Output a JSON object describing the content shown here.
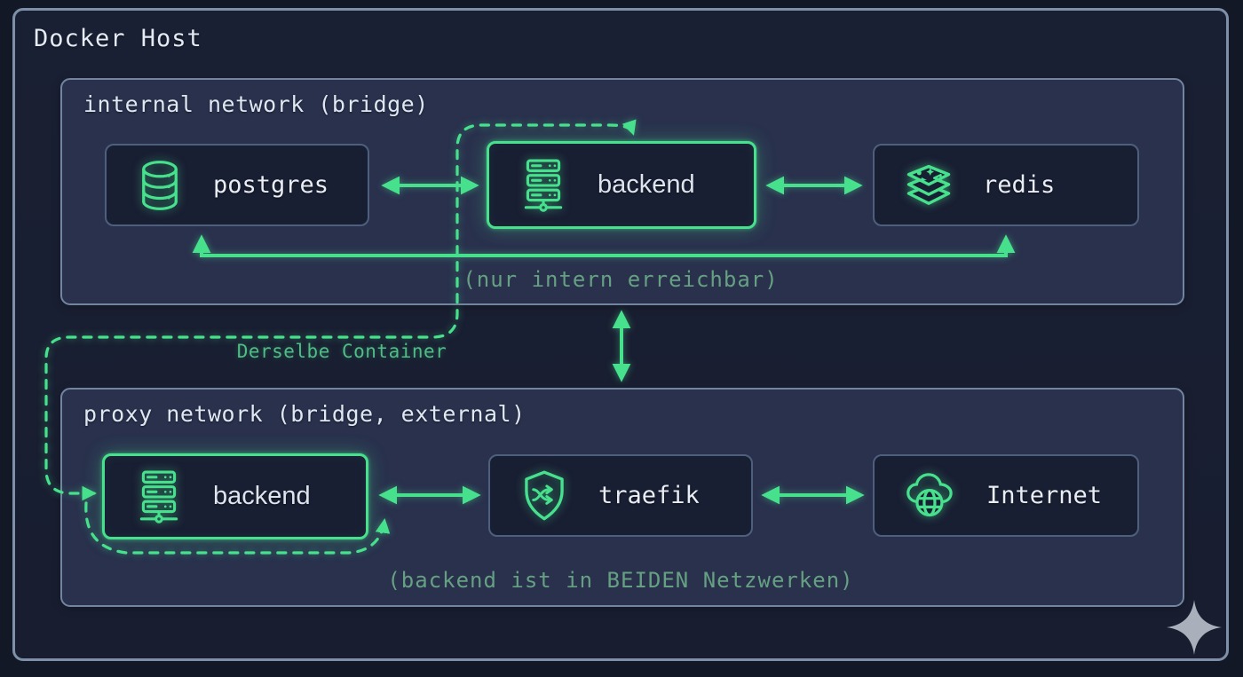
{
  "host": {
    "title": "Docker Host"
  },
  "networks": [
    {
      "title": "internal network (bridge)",
      "caption": "(nur intern erreichbar)",
      "nodes": [
        {
          "label": "postgres",
          "icon": "database-icon",
          "highlighted": false
        },
        {
          "label": "backend",
          "icon": "server-icon",
          "highlighted": true
        },
        {
          "label": "redis",
          "icon": "redis-stack-icon",
          "highlighted": false
        }
      ]
    },
    {
      "title": "proxy network (bridge, external)",
      "caption": "(backend ist in BEIDEN Netzwerken)",
      "nodes": [
        {
          "label": "backend",
          "icon": "server-icon",
          "highlighted": true
        },
        {
          "label": "traefik",
          "icon": "shield-shuffle-icon",
          "highlighted": false
        },
        {
          "label": "Internet",
          "icon": "cloud-globe-icon",
          "highlighted": false
        }
      ]
    }
  ],
  "annotations": {
    "same_container": "Derselbe Container"
  },
  "colors": {
    "accent_green": "#47e18d",
    "muted_caption_green": "#66a083",
    "panel_border": "#72849f",
    "host_border": "#7e90a9",
    "node_border": "#4e5f7e",
    "background": "#131827",
    "text": "#e9eef6"
  }
}
